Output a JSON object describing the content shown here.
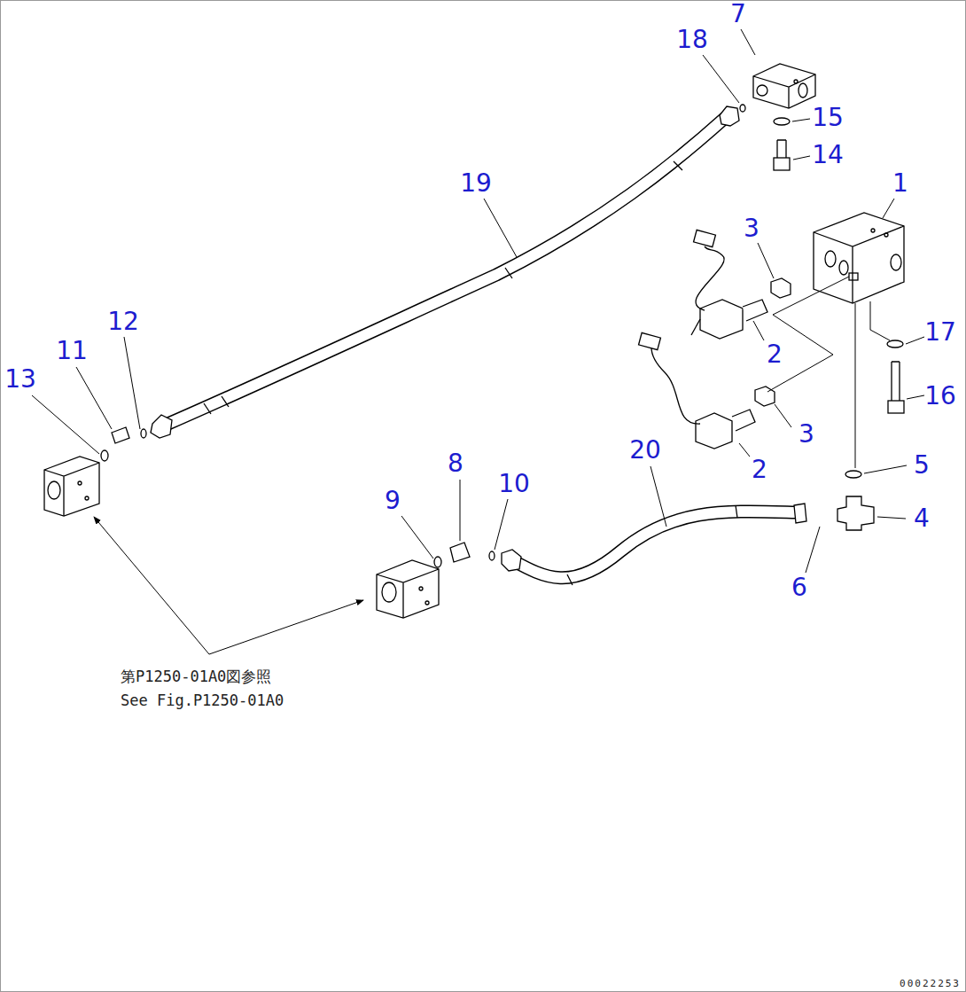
{
  "diagram": {
    "labels": [
      "7",
      "18",
      "15",
      "14",
      "1",
      "19",
      "3",
      "2",
      "17",
      "16",
      "3",
      "2",
      "12",
      "11",
      "13",
      "20",
      "5",
      "4",
      "8",
      "10",
      "9",
      "6",
      "第P1250-01A0図参照",
      "See Fig.P1250-01A0",
      "00022253"
    ]
  }
}
